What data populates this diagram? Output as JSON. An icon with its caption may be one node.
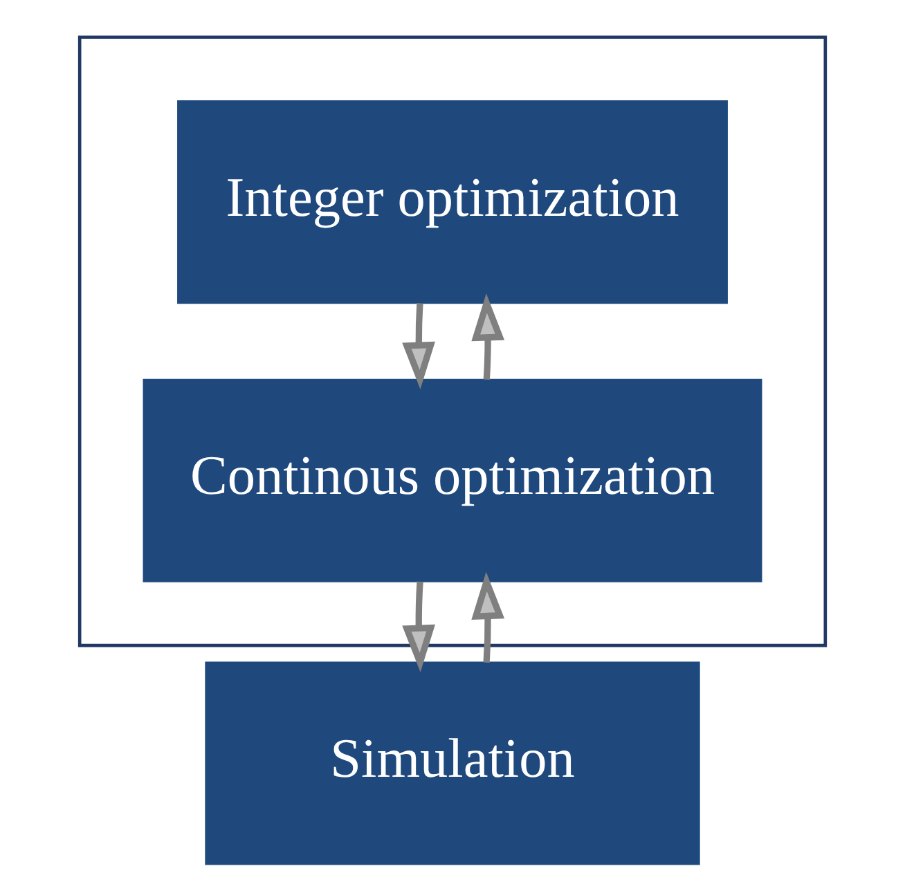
{
  "diagram": {
    "nodes": [
      {
        "text": [],
        "shape": "box"
      },
      {
        "text": [
          "Integer optimization"
        ],
        "in": 0
      },
      {
        "text": [
          "Continous optimization"
        ],
        "in": 0
      },
      {
        "text": [
          "Simulation"
        ]
      }
    ],
    "edges": [
      {
        "from": 1,
        "to": 2,
        "arrow": "to"
      },
      {
        "from": 2,
        "to": 1,
        "arrow": "to"
      },
      {
        "from": 2,
        "to": 3,
        "arrow": "to"
      },
      {
        "from": 3,
        "to": 2,
        "arrow": "to"
      }
    ]
  }
}
